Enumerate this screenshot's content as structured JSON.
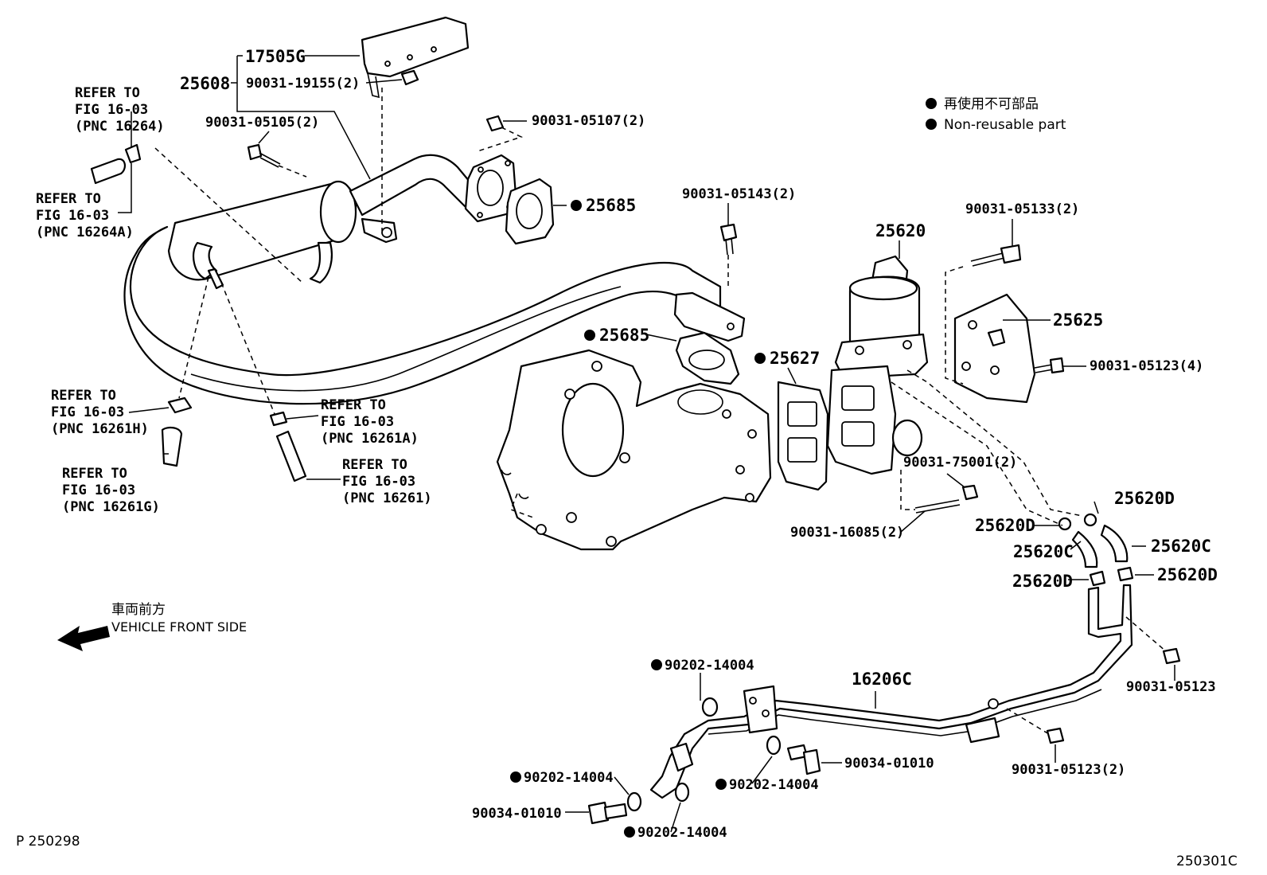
{
  "legend": {
    "jp": "再使用不可部品",
    "en": "Non-reusable part"
  },
  "direction": {
    "jp": "車両前方",
    "en": "VEHICLE FRONT SIDE"
  },
  "footer": {
    "left_code": "P 250298",
    "right_code": "250301C"
  },
  "refs": [
    {
      "l1": "REFER TO",
      "l2": "FIG 16-03",
      "l3": "(PNC 16264)"
    },
    {
      "l1": "REFER TO",
      "l2": "FIG 16-03",
      "l3": "(PNC 16264A)"
    },
    {
      "l1": "REFER TO",
      "l2": "FIG 16-03",
      "l3": "(PNC 16261H)"
    },
    {
      "l1": "REFER TO",
      "l2": "FIG 16-03",
      "l3": "(PNC 16261G)"
    },
    {
      "l1": "REFER TO",
      "l2": "FIG 16-03",
      "l3": "(PNC 16261A)"
    },
    {
      "l1": "REFER TO",
      "l2": "FIG 16-03",
      "l3": "(PNC 16261)"
    }
  ],
  "parts": {
    "p17505G": "17505G",
    "p25608": "25608",
    "p90031_19155": "90031-19155(2)",
    "p90031_05105": "90031-05105(2)",
    "p90031_05107": "90031-05107(2)",
    "p25685_top": "25685",
    "p90031_05143": "90031-05143(2)",
    "p25620": "25620",
    "p90031_05133": "90031-05133(2)",
    "p25625": "25625",
    "p90031_05123_4": "90031-05123(4)",
    "p25685_mid": "25685",
    "p25627": "25627",
    "p90031_75001": "90031-75001(2)",
    "p90031_16085": "90031-16085(2)",
    "p25620D_a": "25620D",
    "p25620D_b": "25620D",
    "p25620C_a": "25620C",
    "p25620C_b": "25620C",
    "p25620D_c": "25620D",
    "p25620D_d": "25620D",
    "p90031_05123": "90031-05123",
    "p16206C": "16206C",
    "p90202_14004_a": "90202-14004",
    "p90202_14004_b": "90202-14004",
    "p90202_14004_c": "90202-14004",
    "p90202_14004_d": "90202-14004",
    "p90034_01010_a": "90034-01010",
    "p90034_01010_b": "90034-01010",
    "p90031_05123_2": "90031-05123(2)"
  }
}
